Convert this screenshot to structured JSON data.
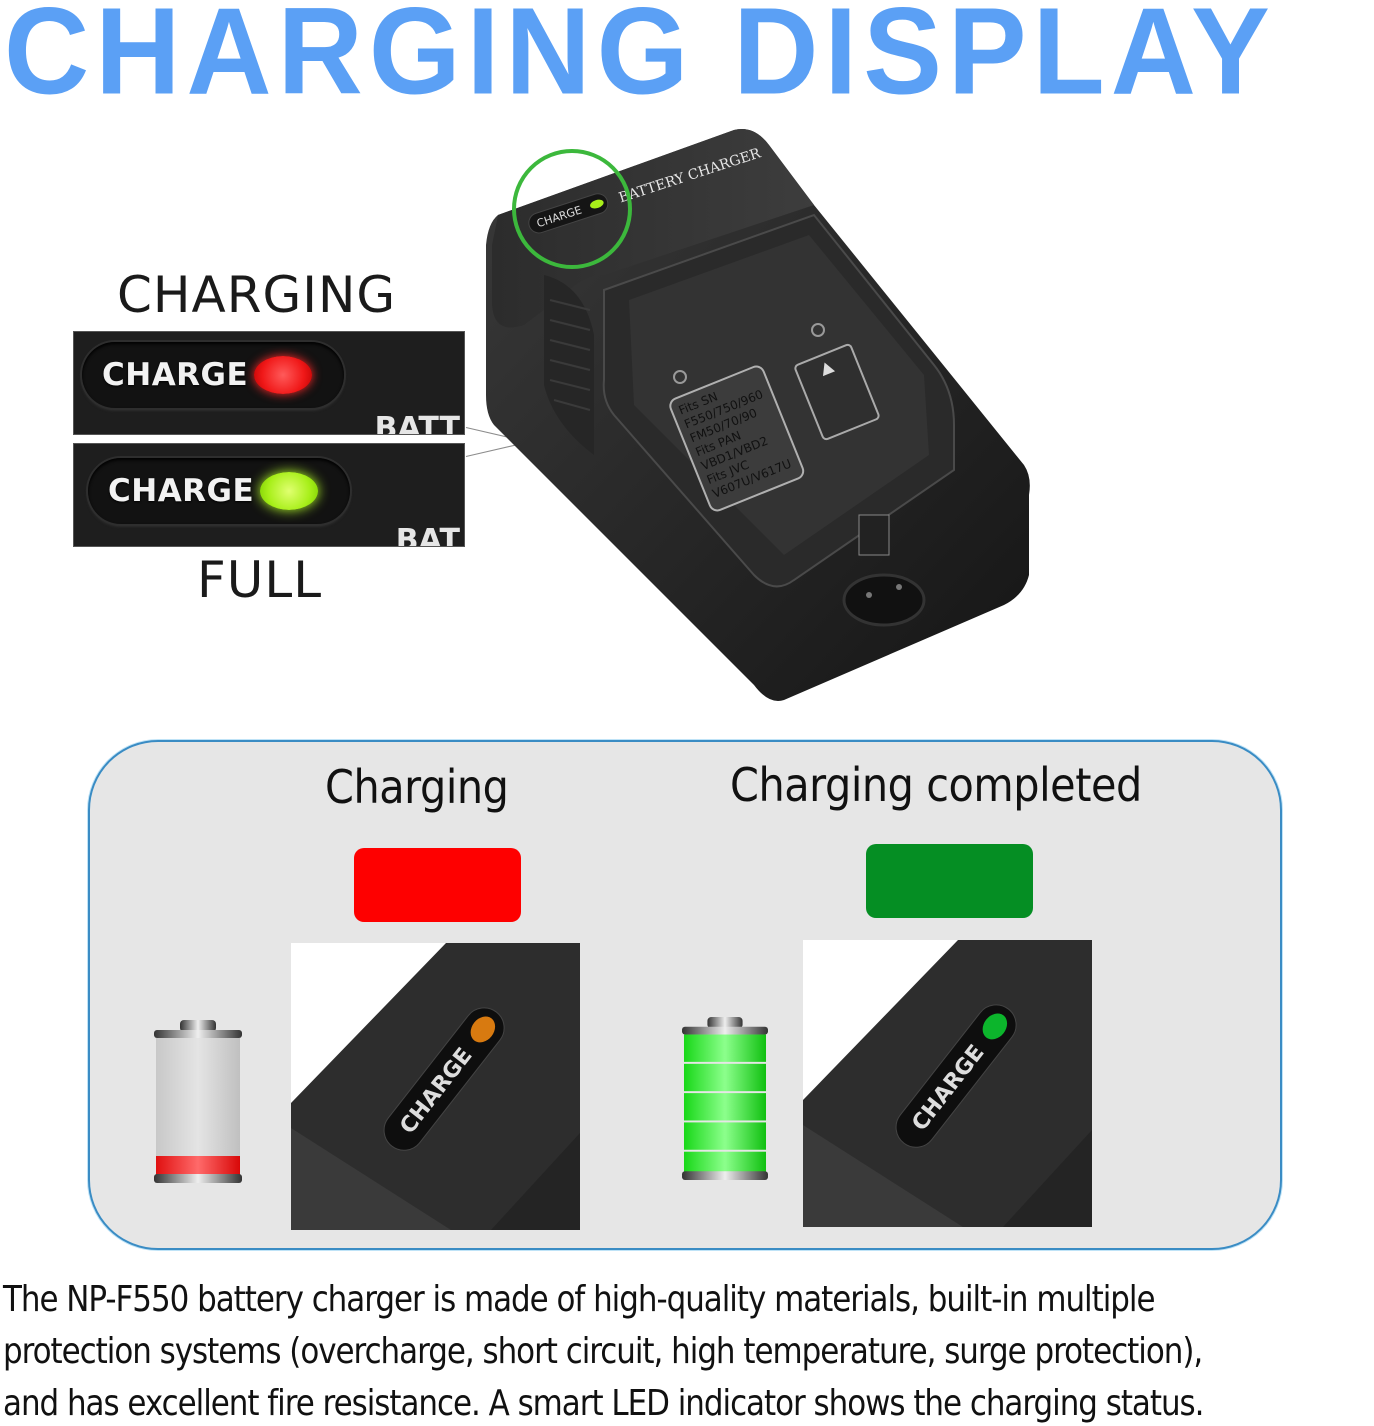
{
  "header": {
    "title": "CHARGING DISPLAY",
    "color": "#5ba0f5"
  },
  "callout": {
    "charging_label": "CHARGING",
    "full_label": "FULL",
    "panels": [
      {
        "led_label": "CHARGE",
        "led_color": "red",
        "fragment": "BATT"
      },
      {
        "led_label": "CHARGE",
        "led_color": "green",
        "fragment": "BAT"
      }
    ]
  },
  "charger": {
    "led_label": "CHARGE",
    "brand_label": "BATTERY CHARGER",
    "compat_lines": [
      "Fits SN",
      "F550/750/960",
      "FM50/70/90",
      "Fits PAN",
      "VBD1/VBD2",
      "Fits JVC",
      "V607U/V617U"
    ],
    "highlight_ring_color": "#3cb83c"
  },
  "status": {
    "states": [
      {
        "title": "Charging",
        "swatch_color": "#fe0000",
        "led_color": "#d87a10",
        "led_label": "CHARGE",
        "battery_level": "low"
      },
      {
        "title": "Charging completed",
        "swatch_color": "#058e23",
        "led_color": "#0cb52c",
        "led_label": "CHARGE",
        "battery_level": "full"
      }
    ],
    "border_color": "#3a8cc4",
    "background": "#e6e6e6"
  },
  "description": {
    "lines": [
      "The NP-F550 battery charger is made of high-quality materials, built-in multiple",
      "protection systems (overcharge, short circuit, high temperature, surge protection),",
      "and has excellent fire resistance. A smart LED indicator shows the charging status."
    ]
  }
}
